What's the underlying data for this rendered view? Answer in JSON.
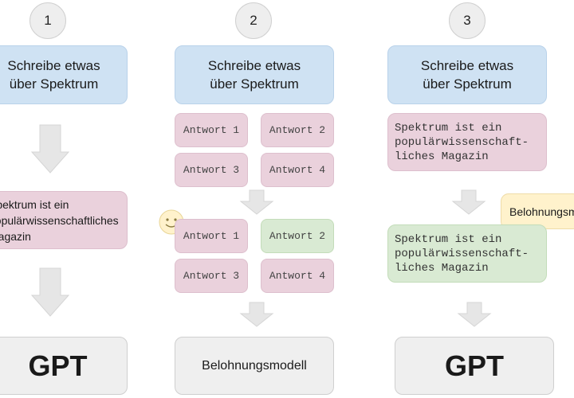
{
  "steps": [
    {
      "number": "1",
      "prompt": "Schreibe etwas\nüber Spektrum",
      "response": "Spektrum ist ein\npopulärwissenschaftliches\nMagazin",
      "model": "GPT"
    },
    {
      "number": "2",
      "prompt": "Schreibe etwas\nüber Spektrum",
      "answers_before": [
        "Antwort 1",
        "Antwort 2",
        "Antwort 3",
        "Antwort 4"
      ],
      "answers_after": [
        "Antwort 1",
        "Antwort 2",
        "Antwort 3",
        "Antwort 4"
      ],
      "model": "Belohnungsmodell"
    },
    {
      "number": "3",
      "prompt": "Schreibe etwas\nüber Spektrum",
      "response_before": "Spektrum ist ein\npopulärwissenschaft-\nliches Magazin",
      "reward_label": "Belohnungsmodell",
      "response_after": "Spektrum ist ein\npopulärwissenschaft-\nliches Magazin",
      "model": "GPT"
    }
  ],
  "colors": {
    "prompt": "#cfe2f3",
    "answer": "#ead1dc",
    "selected_answer": "#d9ead3",
    "model": "#efefef",
    "reward": "#fff2cc",
    "arrow": "#e6e6e6"
  },
  "icons": [
    "smiley-face-icon"
  ]
}
